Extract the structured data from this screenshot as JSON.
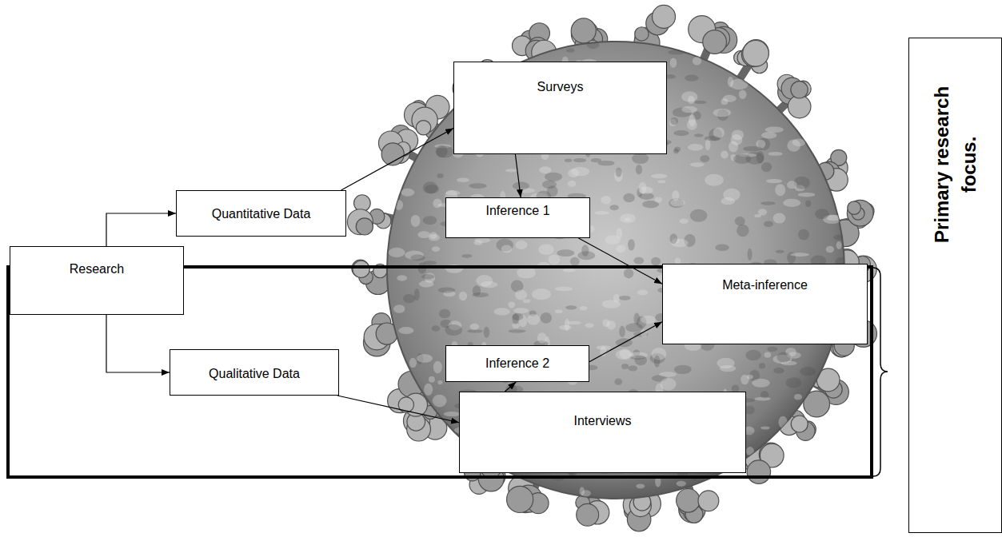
{
  "diagram": {
    "nodes": [
      {
        "text": [
          "Research"
        ]
      },
      {
        "text": [
          "Quantitative Data"
        ]
      },
      {
        "text": [
          "Surveys"
        ]
      },
      {
        "text": [
          "Inference 1"
        ]
      },
      {
        "text": [
          "Qualitative Data"
        ]
      },
      {
        "text": [
          "Interviews"
        ]
      },
      {
        "text": [
          "Inference 2"
        ]
      },
      {
        "text": [
          "Meta-inference"
        ]
      },
      {
        "text": [
          "Primary research focus."
        ]
      }
    ],
    "edges": [
      {
        "from": 0,
        "to": 1,
        "arrow": "to"
      },
      {
        "from": 0,
        "to": 4,
        "arrow": "to"
      },
      {
        "from": 1,
        "to": 2,
        "arrow": "to"
      },
      {
        "from": 2,
        "to": 3,
        "arrow": "to"
      },
      {
        "from": 3,
        "to": 7,
        "arrow": "to"
      },
      {
        "from": 4,
        "to": 5,
        "arrow": "to"
      },
      {
        "from": 5,
        "to": 6,
        "arrow": "to"
      },
      {
        "from": 6,
        "to": 7,
        "arrow": "to"
      }
    ]
  }
}
